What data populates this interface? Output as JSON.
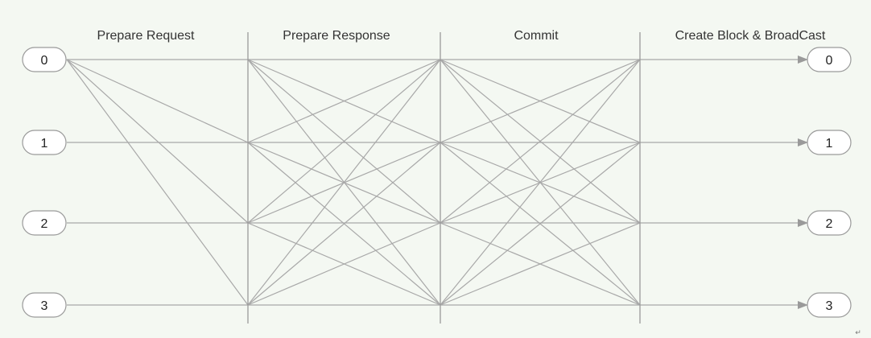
{
  "phases": [
    "Prepare Request",
    "Prepare Response",
    "Commit",
    "Create Block & BroadCast"
  ],
  "nodes": [
    "0",
    "1",
    "2",
    "3"
  ],
  "colors": {
    "background": "#f4f8f2",
    "line": "#a8a8a8",
    "separator": "#9a9a9a",
    "node_fill": "#ffffff",
    "text": "#333333"
  },
  "end_mark": "↵"
}
